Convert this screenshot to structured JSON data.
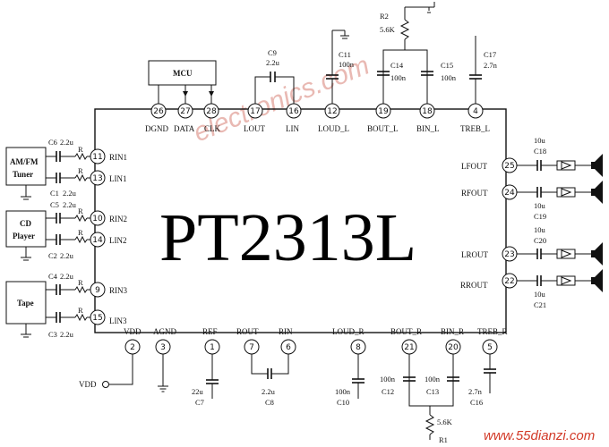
{
  "chip": {
    "name": "PT2313L"
  },
  "top_pins": [
    {
      "num": "26",
      "label": "DGND"
    },
    {
      "num": "27",
      "label": "DATA"
    },
    {
      "num": "28",
      "label": "CLK"
    },
    {
      "num": "17",
      "label": "LOUT"
    },
    {
      "num": "16",
      "label": "LIN"
    },
    {
      "num": "12",
      "label": "LOUD_L"
    },
    {
      "num": "19",
      "label": "BOUT_L"
    },
    {
      "num": "18",
      "label": "BIN_L"
    },
    {
      "num": "4",
      "label": "TREB_L"
    }
  ],
  "bottom_pins": [
    {
      "num": "2",
      "label": "VDD"
    },
    {
      "num": "3",
      "label": "AGND"
    },
    {
      "num": "1",
      "label": "REF"
    },
    {
      "num": "7",
      "label": "ROUT"
    },
    {
      "num": "6",
      "label": "RIN"
    },
    {
      "num": "8",
      "label": "LOUD_R"
    },
    {
      "num": "21",
      "label": "BOUT_R"
    },
    {
      "num": "20",
      "label": "BIN_R"
    },
    {
      "num": "5",
      "label": "TREB_R"
    }
  ],
  "left_pins": [
    {
      "num": "11",
      "label": "RIN1"
    },
    {
      "num": "13",
      "label": "LIN1"
    },
    {
      "num": "10",
      "label": "RIN2"
    },
    {
      "num": "14",
      "label": "LIN2"
    },
    {
      "num": "9",
      "label": "RIN3"
    },
    {
      "num": "15",
      "label": "LIN3"
    }
  ],
  "right_pins": [
    {
      "num": "25",
      "label": "LFOUT"
    },
    {
      "num": "24",
      "label": "RFOUT"
    },
    {
      "num": "23",
      "label": "LROUT"
    },
    {
      "num": "22",
      "label": "RROUT"
    }
  ],
  "sources": {
    "amfm_line1": "AM/FM",
    "amfm_line2": "Tuner",
    "cd_line1": "CD",
    "cd_line2": "Player",
    "tape": "Tape"
  },
  "mcu": "MCU",
  "resistor_r": "R",
  "vdd_label": "VDD",
  "components": {
    "c9_name": "C9",
    "c9_value": "2.2u",
    "c11_name": "C11",
    "c11_value": "100n",
    "r2_name": "R2",
    "r2_value": "5.6K",
    "c14_name": "C14",
    "c14_value": "100n",
    "c15_name": "C15",
    "c15_value": "100n",
    "c17_name": "C17",
    "c17_value": "2.7n",
    "c6_name": "C6",
    "c6_value": "2.2u",
    "c1_name": "C1",
    "c1_value": "2.2u",
    "c5_name": "C5",
    "c5_value": "2.2u",
    "c2_name": "C2",
    "c2_value": "2.2u",
    "c4_name": "C4",
    "c4_value": "2.2u",
    "c3_name": "C3",
    "c3_value": "2.2u",
    "c18_value": "10u",
    "c18_name": "C18",
    "c19_value": "10u",
    "c19_name": "C19",
    "c20_value": "10u",
    "c20_name": "C20",
    "c21_value": "10u",
    "c21_name": "C21",
    "c7_value": "22u",
    "c7_name": "C7",
    "c8_value": "2.2u",
    "c8_name": "C8",
    "c10_value": "100n",
    "c10_name": "C10",
    "c12_value": "100n",
    "c12_name": "C12",
    "c13_value": "100n",
    "c13_name": "C13",
    "r1_value": "5.6K",
    "r1_name": "R1",
    "c16_value": "2.7n",
    "c16_name": "C16"
  },
  "watermark": "www.55dianzi.com",
  "watermark_faint": "electronics.com"
}
